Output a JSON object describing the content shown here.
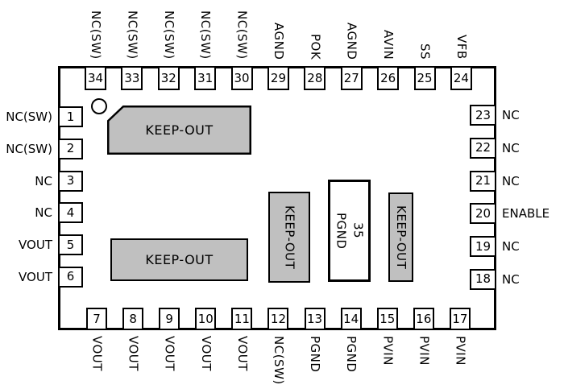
{
  "diagram": {
    "type": "ic-package-pinout",
    "center_pad": {
      "number": "35",
      "label": "PGND"
    },
    "keepout_top_label": "KEEP-OUT",
    "keepout_bottom_label": "KEEP-OUT",
    "keepout_vertical_left_label": "KEEP-OUT",
    "keepout_vertical_right_label": "KEEP-OUT"
  },
  "pins": {
    "top": [
      {
        "number": "34",
        "label": "NC(SW)"
      },
      {
        "number": "33",
        "label": "NC(SW)"
      },
      {
        "number": "32",
        "label": "NC(SW)"
      },
      {
        "number": "31",
        "label": "NC(SW)"
      },
      {
        "number": "30",
        "label": "NC(SW)"
      },
      {
        "number": "29",
        "label": "AGND"
      },
      {
        "number": "28",
        "label": "POK"
      },
      {
        "number": "27",
        "label": "AGND"
      },
      {
        "number": "26",
        "label": "AVIN"
      },
      {
        "number": "25",
        "label": "SS"
      },
      {
        "number": "24",
        "label": "VFB"
      }
    ],
    "left": [
      {
        "number": "1",
        "label": "NC(SW)"
      },
      {
        "number": "2",
        "label": "NC(SW)"
      },
      {
        "number": "3",
        "label": "NC"
      },
      {
        "number": "4",
        "label": "NC"
      },
      {
        "number": "5",
        "label": "VOUT"
      },
      {
        "number": "6",
        "label": "VOUT"
      }
    ],
    "right": [
      {
        "number": "23",
        "label": "NC"
      },
      {
        "number": "22",
        "label": "NC"
      },
      {
        "number": "21",
        "label": "NC"
      },
      {
        "number": "20",
        "label": "ENABLE"
      },
      {
        "number": "19",
        "label": "NC"
      },
      {
        "number": "18",
        "label": "NC"
      }
    ],
    "bottom": [
      {
        "number": "7",
        "label": "VOUT"
      },
      {
        "number": "8",
        "label": "VOUT"
      },
      {
        "number": "9",
        "label": "VOUT"
      },
      {
        "number": "10",
        "label": "VOUT"
      },
      {
        "number": "11",
        "label": "VOUT"
      },
      {
        "number": "12",
        "label": "NC(SW)"
      },
      {
        "number": "13",
        "label": "PGND"
      },
      {
        "number": "14",
        "label": "PGND"
      },
      {
        "number": "15",
        "label": "PVIN"
      },
      {
        "number": "16",
        "label": "PVIN"
      },
      {
        "number": "17",
        "label": "PVIN"
      }
    ]
  },
  "colors": {
    "keepout_fill": "#c0c0c0",
    "pad_fill": "#ffffff",
    "line": "#000000",
    "background": "#ffffff"
  }
}
